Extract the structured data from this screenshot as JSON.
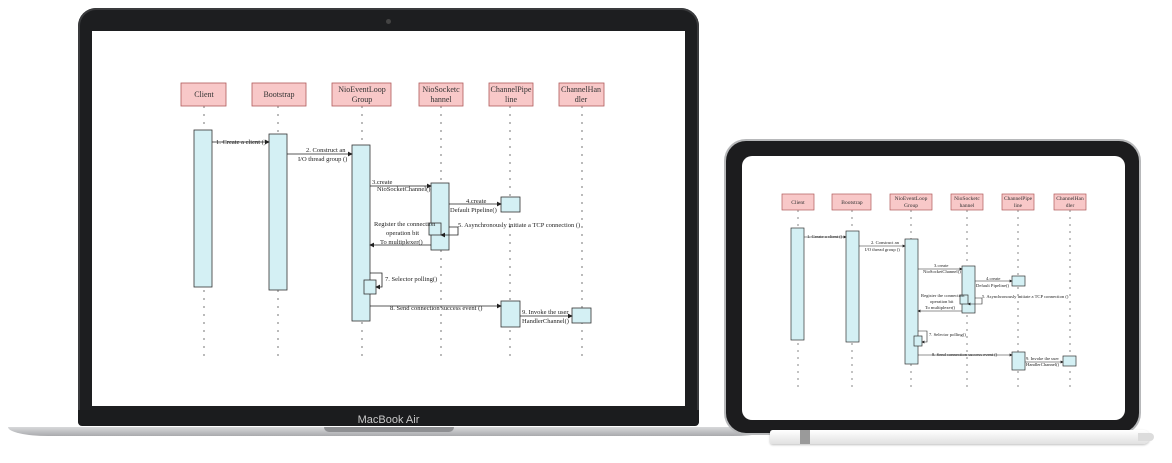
{
  "device": {
    "laptop_label": "MacBook Air"
  },
  "diagram": {
    "participants": [
      {
        "line1": "Client",
        "line2": ""
      },
      {
        "line1": "Bootstrap",
        "line2": ""
      },
      {
        "line1": "NioEventLoop",
        "line2": "Group"
      },
      {
        "line1": "NioSocketc",
        "line2": "hannel"
      },
      {
        "line1": "ChannelPipe",
        "line2": "line"
      },
      {
        "line1": "ChannelHan",
        "line2": "dler"
      }
    ],
    "messages": [
      {
        "line1": "1. Create a client ()",
        "line2": ""
      },
      {
        "line1": "2. Construct an",
        "line2": "I/O thread group ()"
      },
      {
        "line1": "3.create",
        "line2": "NioSocketChannel()"
      },
      {
        "line1": "4.create",
        "line2": "Default Pipeline()"
      },
      {
        "line1": "5. Asynchronously initiate a TCP connection ()",
        "line2": ""
      },
      {
        "line1": "Register the connection",
        "line2": "operation bit",
        "line3": "To multiplexer()"
      },
      {
        "line1": "7. Selector polling()",
        "line2": ""
      },
      {
        "line1": "8. Send connection success event ()",
        "line2": ""
      },
      {
        "line1": "9. Invoke the user",
        "line2": "HandlerChannel()"
      }
    ],
    "colors": {
      "participant_fill": "#f8c8c8",
      "participant_stroke": "#b05a5a",
      "activation_fill": "#d4f0f4",
      "activation_stroke": "#333333"
    }
  }
}
